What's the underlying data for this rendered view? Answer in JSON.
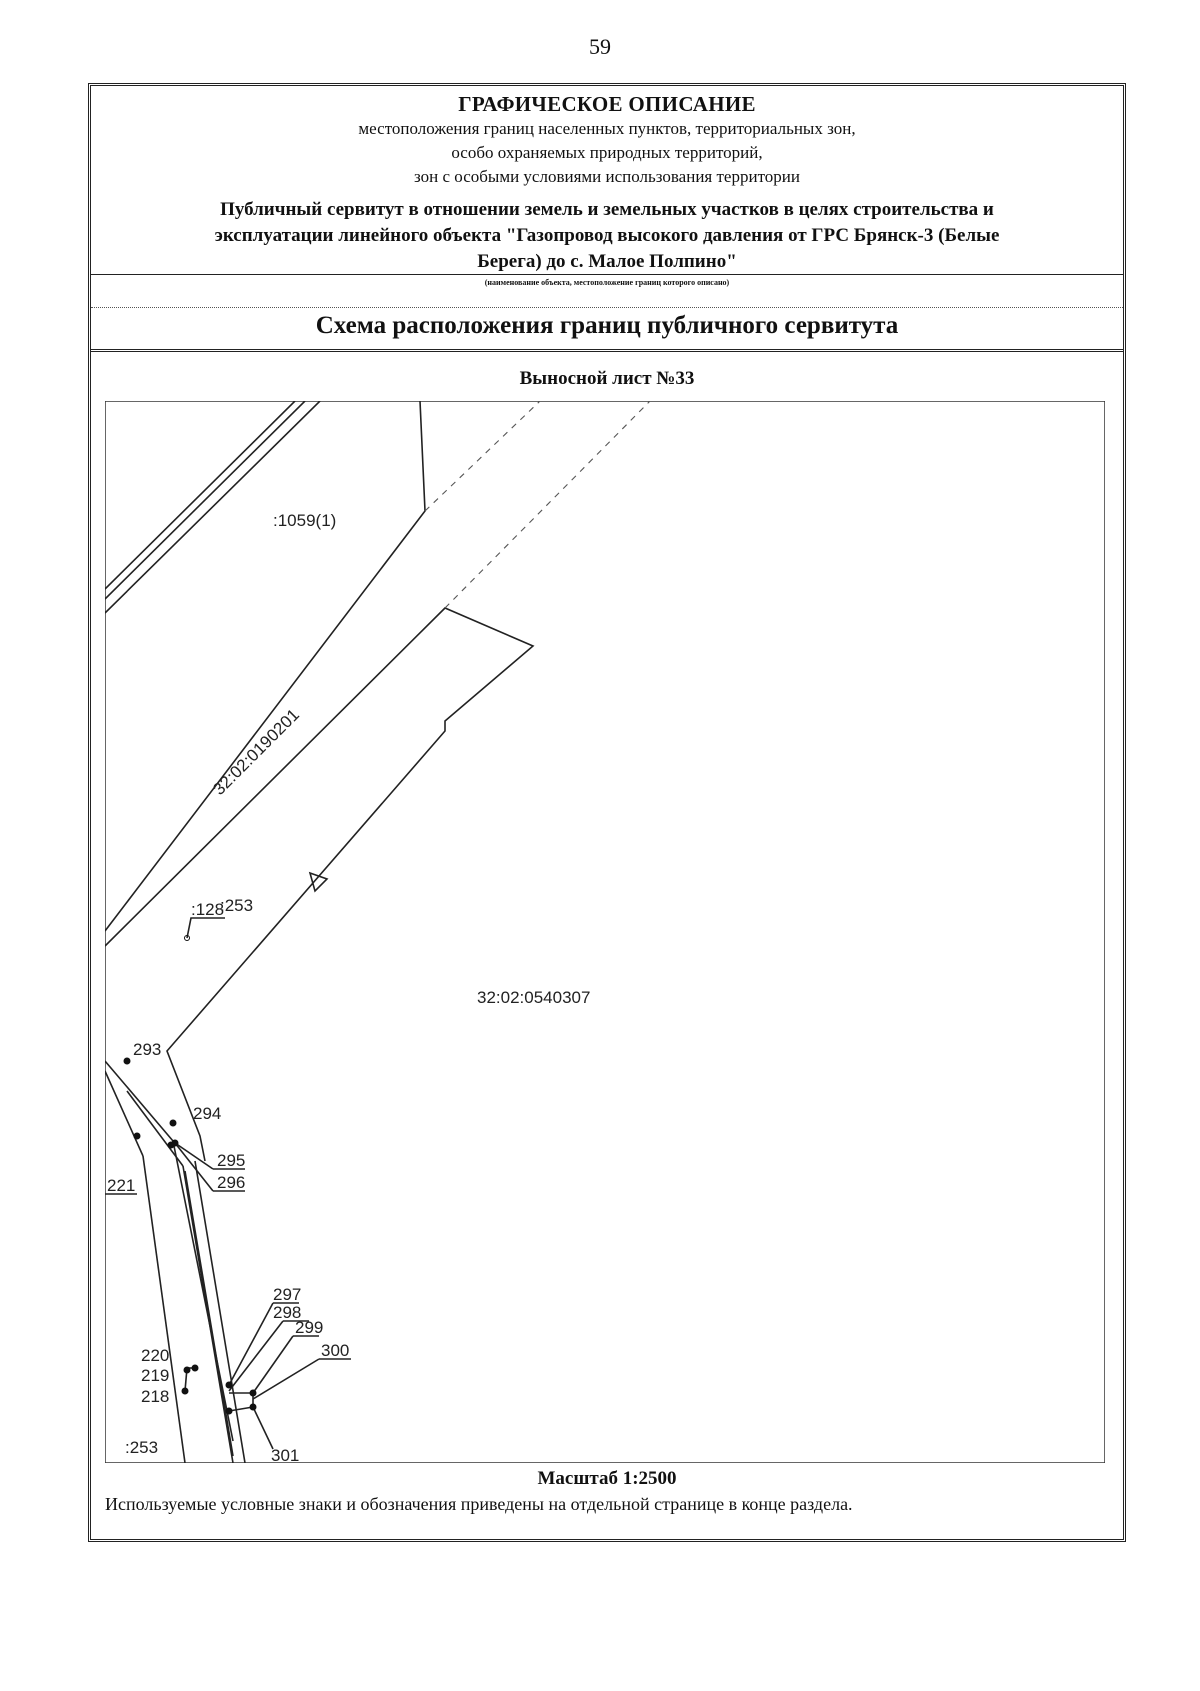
{
  "page_number": "59",
  "header": {
    "title": "ГРАФИЧЕСКОЕ ОПИСАНИЕ",
    "subtitle_lines": [
      "местоположения границ населенных пунктов, территориальных зон,",
      "особо охраняемых природных территорий,",
      "зон с особыми условиями использования территории"
    ],
    "object_lines": [
      "Публичный сервитут в отношении земель и земельных участков в целях строительства и",
      "эксплуатации линейного объекта \"Газопровод высокого давления от ГРС Брянск-3 (Белые",
      "Берега) до с. Малое Полпино\""
    ],
    "object_caption": "(наименование объекта, местоположение границ которого описано)",
    "scheme_title": "Схема расположения границ публичного сервитута"
  },
  "sheet_title": "Выносной лист №33",
  "map": {
    "parcel_labels": [
      ":1059(1)",
      "32:02:0190201",
      ":253",
      ":128",
      "32:02:0540307",
      ":253"
    ],
    "point_labels": [
      "293",
      "294",
      "295",
      "296",
      "221",
      "297",
      "298",
      "299",
      "300",
      "220",
      "219",
      "218",
      "301"
    ]
  },
  "scale": "Масштаб 1:2500",
  "legend_note": "Используемые условные знаки и обозначения приведены на отдельной странице в конце раздела."
}
